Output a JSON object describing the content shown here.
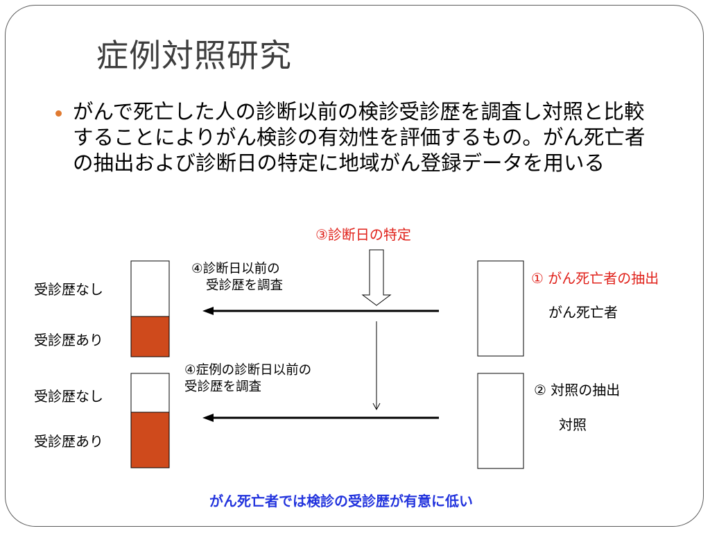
{
  "slide": {
    "title": "症例対照研究",
    "bullet": "がんで死亡した人の診断以前の検診受診歴を調査し対照と比較することによりがん検診の有効性を評価するもの。がん死亡者の抽出および診断日の特定に地域がん登録データを用いる"
  },
  "diagram": {
    "step3_label": "③診断日の特定",
    "step4a_line1": "④診断日以前の",
    "step4a_line2": "受診歴を調査",
    "step4b_line1": "④症例の診断日以前の",
    "step4b_line2": "受診歴を調査",
    "step1_label": "①  がん死亡者の抽出",
    "cases_label": "がん死亡者",
    "step2_label": "②  対照の抽出",
    "controls_label": "対照",
    "cases_no_history": "受診歴なし",
    "cases_with_history": "受診歴あり",
    "controls_no_history": "受診歴なし",
    "controls_with_history": "受診歴あり",
    "conclusion": "がん死亡者では検診の受診歴が有意に低い"
  },
  "colors": {
    "screened_fill": "#cf4a1c",
    "emphasis_red": "#e0211a",
    "emphasis_blue": "#2233dd",
    "bullet": "#e07a30"
  }
}
